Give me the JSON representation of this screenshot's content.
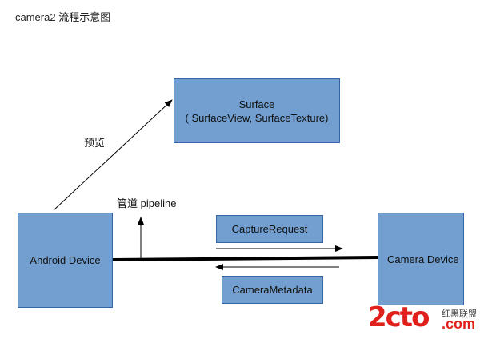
{
  "title": "camera2  流程示意图",
  "nodes": {
    "surface": {
      "line1": "Surface",
      "line2": "( SurfaceView, SurfaceTexture)"
    },
    "android_device": "Android Device",
    "camera_device": "Camera Device",
    "capture_request": "CaptureRequest",
    "camera_metadata": "CameraMetadata"
  },
  "labels": {
    "preview": "预览",
    "pipeline": "管道 pipeline"
  },
  "colors": {
    "box_fill": "#729fcf",
    "box_border": "#3465a4",
    "watermark_red": "#e0211b"
  },
  "watermark": {
    "brand": "2cto",
    "chinese": "红黑联盟",
    "domain": ".com"
  }
}
